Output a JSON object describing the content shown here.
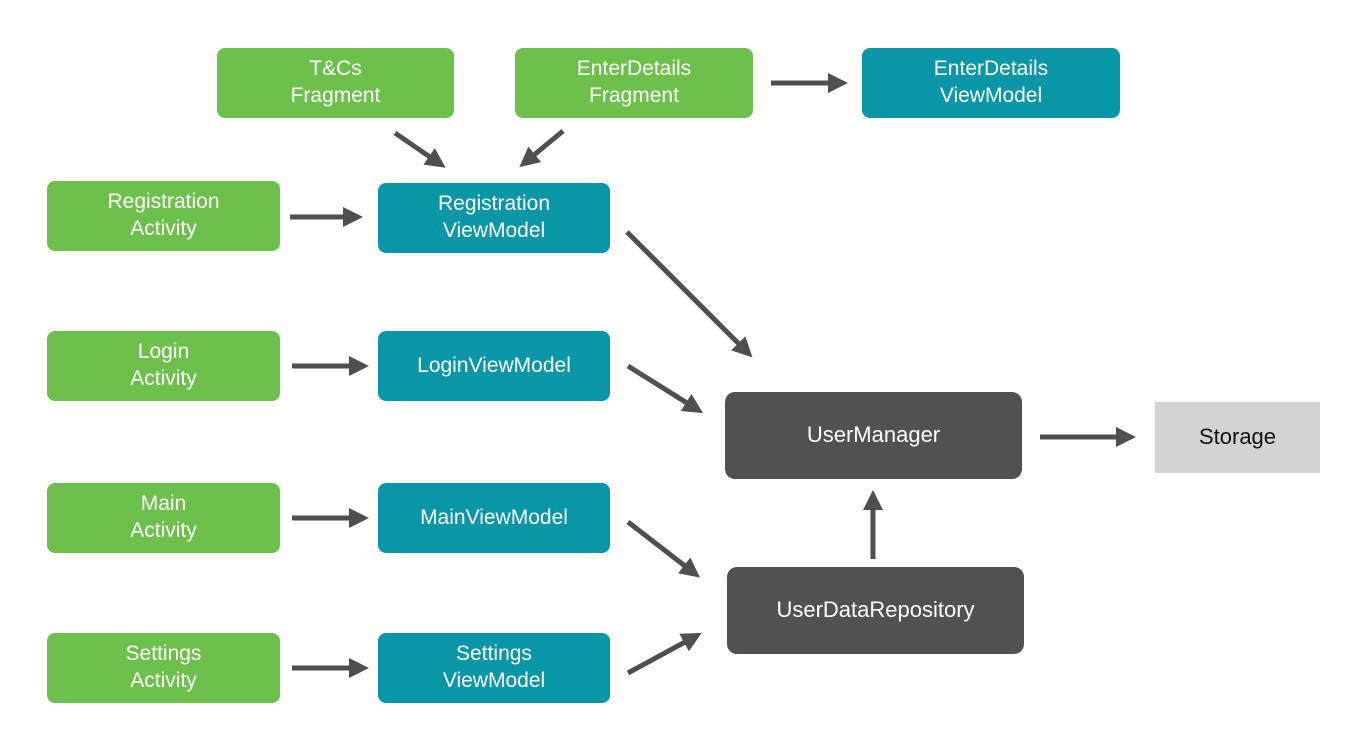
{
  "diagram": {
    "type": "android-mvvm-architecture-diagram",
    "colors": {
      "fragment-green": "#6EC04D",
      "viewmodel-teal": "#0996A6",
      "component-dark": "#515151",
      "storage-gray": "#D3D3D3",
      "arrow-gray": "#4F4F4F",
      "background": "#FFFFFF",
      "label-light": "#FFFFFF",
      "label-dark": "#111111"
    },
    "nodes": {
      "tcs_fragment": {
        "label": "T&Cs\nFragment",
        "type": "fragment"
      },
      "enterdetails_fragment": {
        "label": "EnterDetails\nFragment",
        "type": "fragment"
      },
      "enterdetails_viewmodel": {
        "label": "EnterDetails\nViewModel",
        "type": "viewmodel"
      },
      "registration_activity": {
        "label": "Registration\nActivity",
        "type": "activity"
      },
      "registration_viewmodel": {
        "label": "Registration\nViewModel",
        "type": "viewmodel"
      },
      "login_activity": {
        "label": "Login\nActivity",
        "type": "activity"
      },
      "login_viewmodel": {
        "label": "LoginViewModel",
        "type": "viewmodel"
      },
      "main_activity": {
        "label": "Main\nActivity",
        "type": "activity"
      },
      "main_viewmodel": {
        "label": "MainViewModel",
        "type": "viewmodel"
      },
      "settings_activity": {
        "label": "Settings\nActivity",
        "type": "activity"
      },
      "settings_viewmodel": {
        "label": "Settings\nViewModel",
        "type": "viewmodel"
      },
      "user_manager": {
        "label": "UserManager",
        "type": "manager"
      },
      "user_data_repository": {
        "label": "UserDataRepository",
        "type": "repository"
      },
      "storage": {
        "label": "Storage",
        "type": "storage"
      }
    },
    "edges": [
      {
        "from": "tcs_fragment",
        "to": "registration_viewmodel"
      },
      {
        "from": "enterdetails_fragment",
        "to": "registration_viewmodel"
      },
      {
        "from": "enterdetails_fragment",
        "to": "enterdetails_viewmodel"
      },
      {
        "from": "registration_activity",
        "to": "registration_viewmodel"
      },
      {
        "from": "login_activity",
        "to": "login_viewmodel"
      },
      {
        "from": "main_activity",
        "to": "main_viewmodel"
      },
      {
        "from": "settings_activity",
        "to": "settings_viewmodel"
      },
      {
        "from": "registration_viewmodel",
        "to": "user_manager"
      },
      {
        "from": "login_viewmodel",
        "to": "user_manager"
      },
      {
        "from": "main_viewmodel",
        "to": "user_data_repository"
      },
      {
        "from": "settings_viewmodel",
        "to": "user_data_repository"
      },
      {
        "from": "user_data_repository",
        "to": "user_manager"
      },
      {
        "from": "user_manager",
        "to": "storage"
      }
    ]
  }
}
